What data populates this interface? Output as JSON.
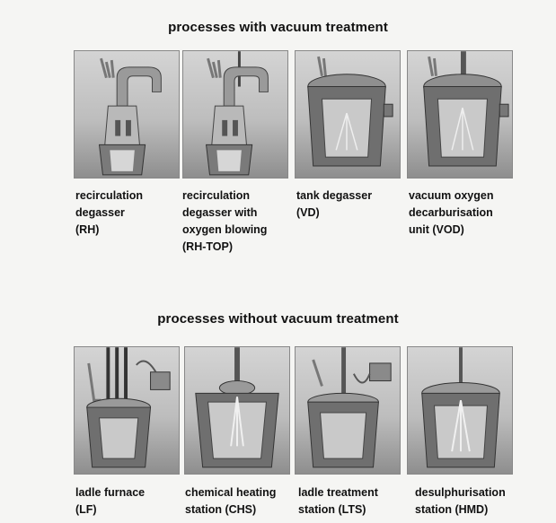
{
  "vacuum": {
    "title": "processes with vacuum treatment",
    "items": [
      {
        "icon": "rh-degasser-illustration",
        "lines": [
          "recirculation",
          "degasser",
          "(RH)"
        ]
      },
      {
        "icon": "rh-top-degasser-illustration",
        "lines": [
          "recirculation",
          "degasser with",
          "oxygen blowing",
          "(RH-TOP)"
        ]
      },
      {
        "icon": "tank-degasser-illustration",
        "lines": [
          "tank degasser",
          "(VD)"
        ]
      },
      {
        "icon": "vod-unit-illustration",
        "lines": [
          "vacuum oxygen",
          "decarburisation",
          "unit (VOD)"
        ]
      }
    ]
  },
  "non_vacuum": {
    "title": "processes without vacuum treatment",
    "items": [
      {
        "icon": "ladle-furnace-illustration",
        "lines": [
          "ladle furnace",
          "(LF)"
        ]
      },
      {
        "icon": "chemical-heating-station-illustration",
        "lines": [
          "chemical heating",
          "station (CHS)"
        ]
      },
      {
        "icon": "ladle-treatment-station-illustration",
        "lines": [
          "ladle treatment",
          "station (LTS)"
        ]
      },
      {
        "icon": "desulphurisation-station-illustration",
        "lines": [
          "desulphurisation",
          "station (HMD)"
        ]
      }
    ]
  }
}
